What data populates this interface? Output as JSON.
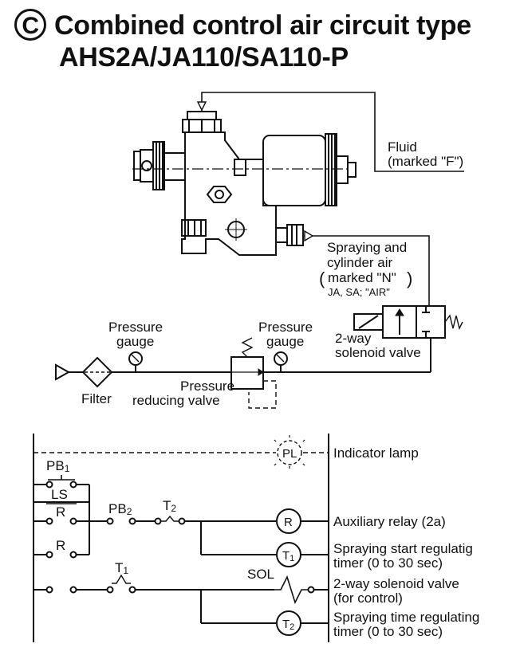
{
  "title": {
    "badge": "C",
    "line1": "Combined control air circuit type",
    "line2": "AHS2A/JA110/SA110-P"
  },
  "pneumatic": {
    "fluid_label_1": "Fluid",
    "fluid_label_2": "(marked \"F\")",
    "spray_air_1": "Spraying and",
    "spray_air_2": "cylinder air",
    "spray_air_3": "marked \"N\"",
    "spray_air_4": "JA, SA; \"AIR\"",
    "pressure_gauge_left_1": "Pressure",
    "pressure_gauge_left_2": "gauge",
    "pressure_gauge_right_1": "Pressure",
    "pressure_gauge_right_2": "gauge",
    "solenoid_1": "2-way",
    "solenoid_2": "solenoid valve",
    "filter": "Filter",
    "reducing_1": "Pressure",
    "reducing_2": "reducing valve"
  },
  "ladder": {
    "pl": "PL",
    "indicator_lamp": "Indicator lamp",
    "pb1": "PB",
    "pb1_sub": "1",
    "ls": "LS",
    "r1": "R",
    "r2": "R",
    "pb2": "PB",
    "pb2_sub": "2",
    "t2_contact": "T",
    "t2_contact_sub": "2",
    "t1_contact": "T",
    "t1_contact_sub": "1",
    "sol": "SOL",
    "coil_r": "R",
    "coil_t1": "T",
    "coil_t1_sub": "1",
    "coil_t2": "T",
    "coil_t2_sub": "2",
    "aux_relay": "Auxiliary relay (2a)",
    "spray_start_1": "Spraying start regulatig",
    "spray_start_2": "timer (0 to 30 sec)",
    "solenoid_ctrl_1": "2-way solenoid valve",
    "solenoid_ctrl_2": "(for control)",
    "spray_time_1": "Spraying time regulating",
    "spray_time_2": "timer (0 to 30 sec)"
  }
}
